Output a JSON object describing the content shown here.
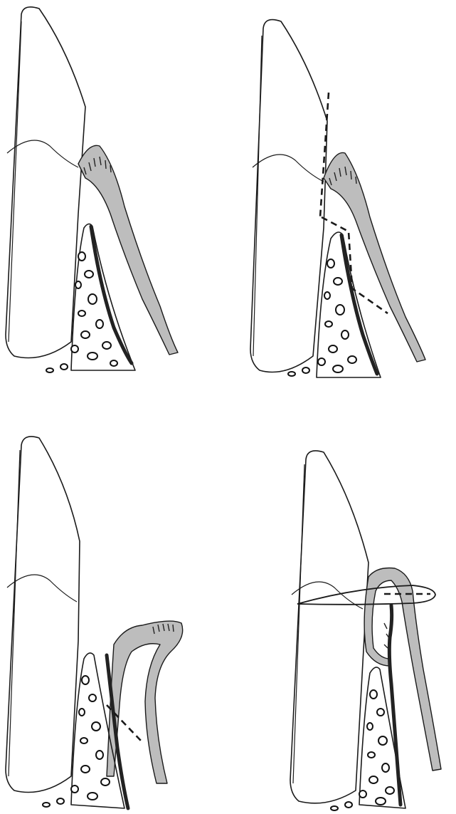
{
  "figure": {
    "panels": [
      {
        "id": "a",
        "stage": "initial-state",
        "has_incision": false
      },
      {
        "id": "b",
        "stage": "incision-lines",
        "has_incision": true
      },
      {
        "id": "c",
        "stage": "flap-reflected",
        "has_incision": true
      },
      {
        "id": "d",
        "stage": "flap-sutured",
        "has_incision": true
      }
    ],
    "colors": {
      "line": "#1a1a1a",
      "gingiva_fill": "#bdbdbd",
      "background": "#ffffff"
    }
  }
}
